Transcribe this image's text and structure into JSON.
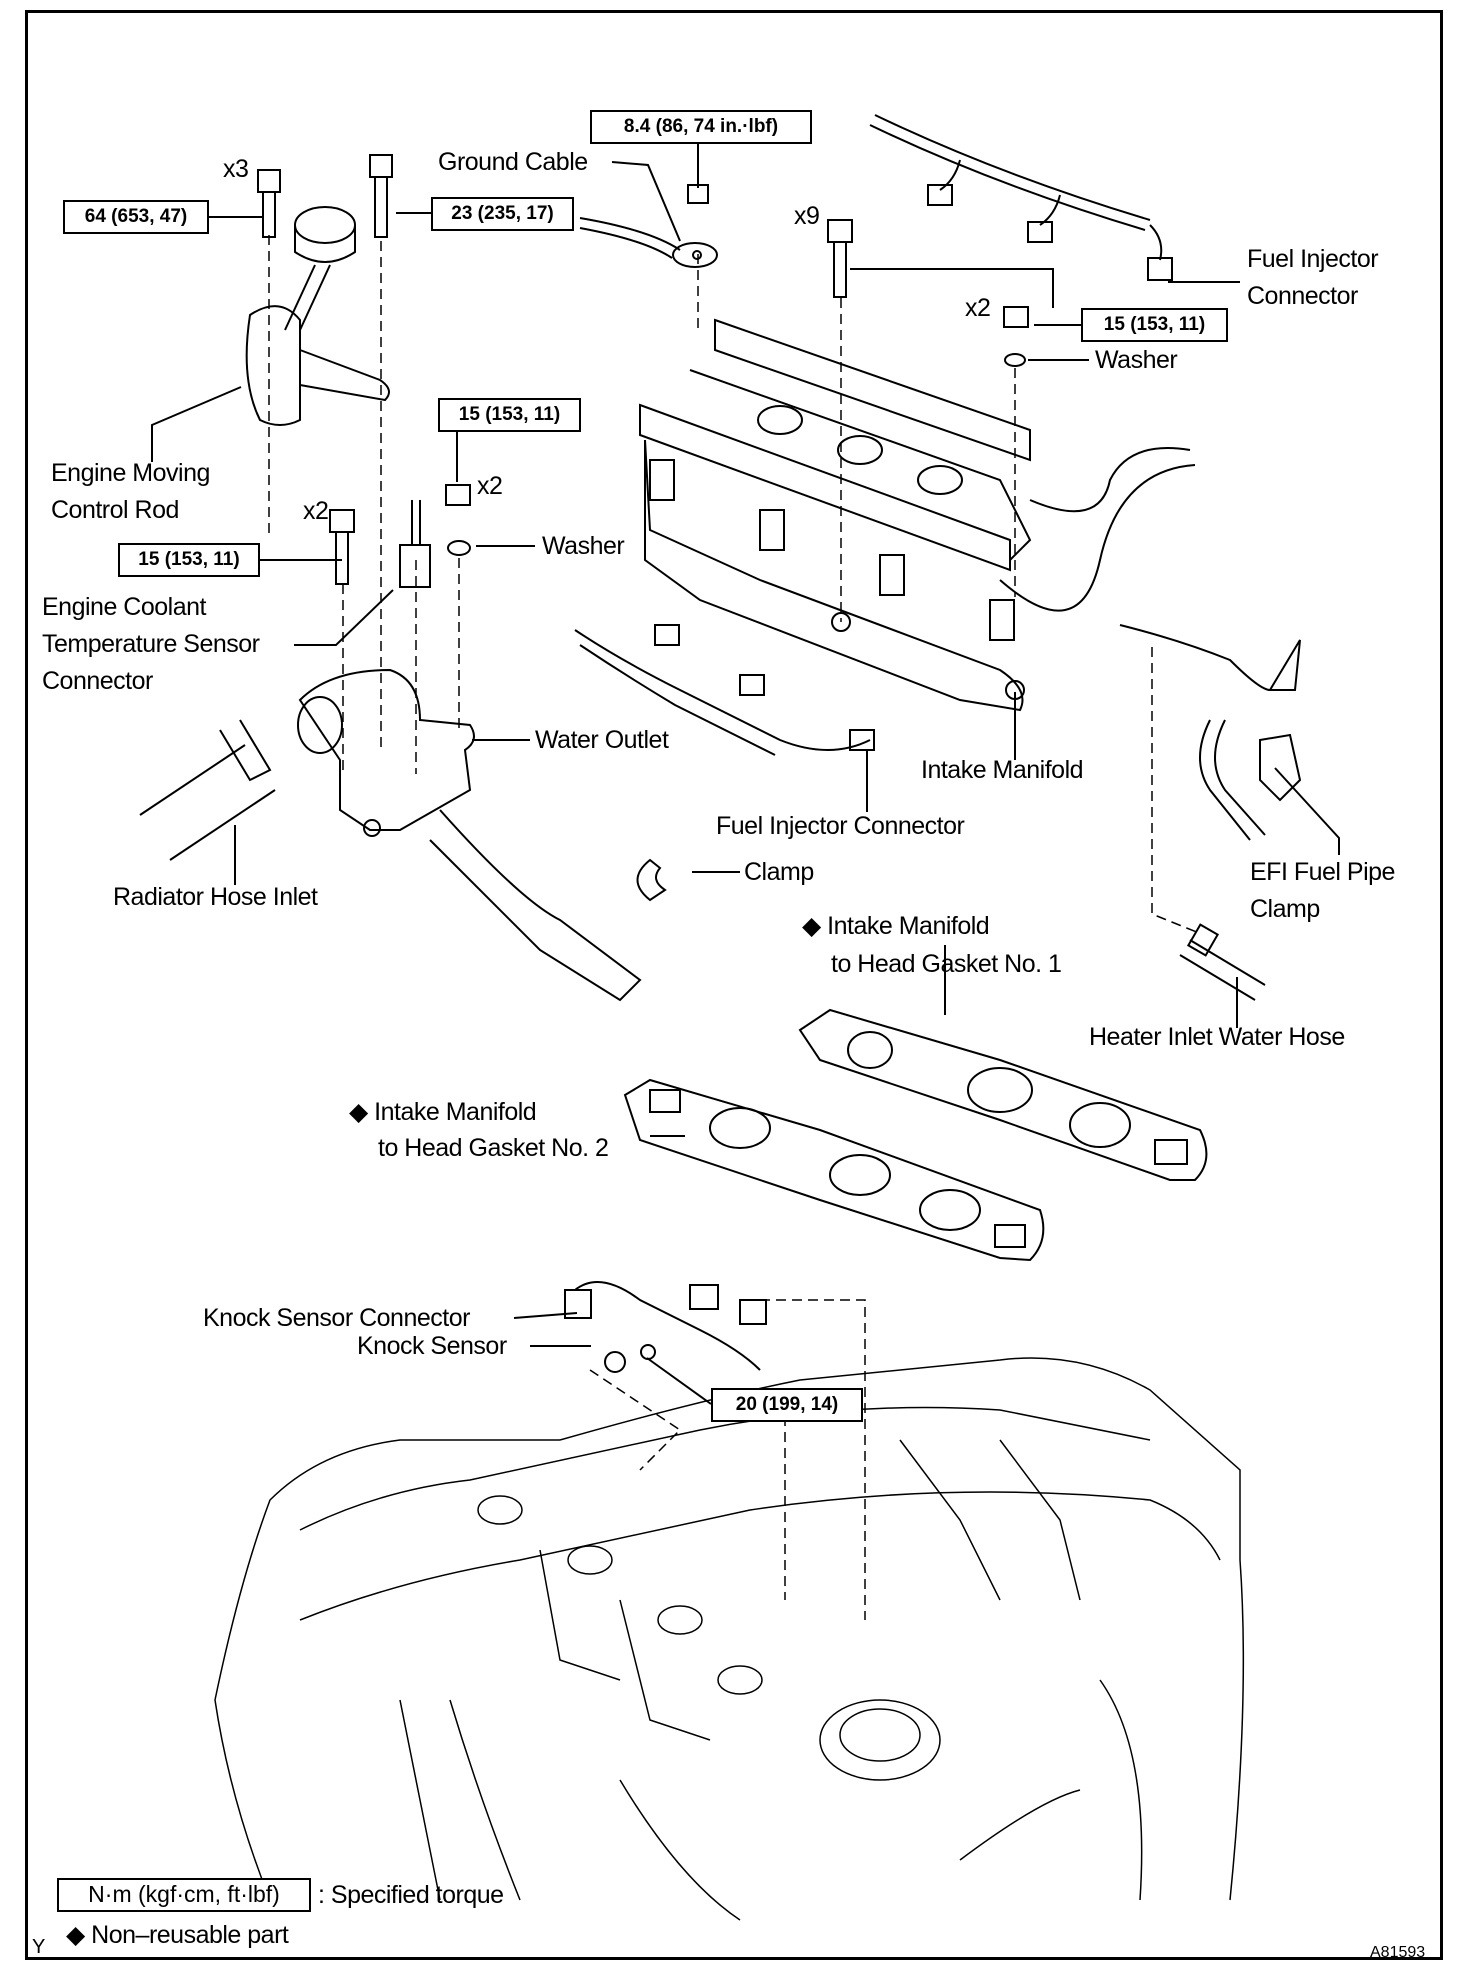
{
  "figure_id": "A81593",
  "corner_mark": "Y",
  "torque_specs": [
    {
      "id": "ground-cable-nut",
      "value": "8.4 (86, 74 in.·lbf)"
    },
    {
      "id": "engine-moving-rod-bolt",
      "value": "64 (653, 47)",
      "qty": "x3"
    },
    {
      "id": "engine-moving-rod-long-bolt",
      "value": "23 (235, 17)"
    },
    {
      "id": "intake-manifold",
      "value": "15 (153, 11)",
      "qty_bolts": "x9",
      "qty_nuts": "x2"
    },
    {
      "id": "water-outlet-nut",
      "value": "15 (153, 11)",
      "qty": "x2"
    },
    {
      "id": "water-outlet-bolt",
      "value": "15 (153, 11)",
      "qty": "x2"
    },
    {
      "id": "knock-sensor",
      "value": "20 (199, 14)"
    }
  ],
  "labels": {
    "ground_cable": "Ground Cable",
    "fuel_injector_connector_1": "Fuel Injector",
    "fuel_injector_connector_2": "Connector",
    "washer_top": "Washer",
    "engine_moving_1": "Engine Moving",
    "engine_moving_2": "Control Rod",
    "washer_mid": "Washer",
    "ect_1": "Engine Coolant",
    "ect_2": "Temperature Sensor",
    "ect_3": "Connector",
    "water_outlet": "Water Outlet",
    "intake_manifold": "Intake Manifold",
    "fuel_injector_connector_lower": "Fuel Injector Connector",
    "clamp": "Clamp",
    "radiator_hose_inlet": "Radiator Hose Inlet",
    "efi_1": "EFI Fuel Pipe",
    "efi_2": "Clamp",
    "gasket1_1": "◆ Intake Manifold",
    "gasket1_2": "to Head Gasket No. 1",
    "heater_hose": "Heater Inlet Water Hose",
    "gasket2_1": "◆ Intake Manifold",
    "gasket2_2": "to Head Gasket No. 2",
    "knock_sensor_connector": "Knock Sensor Connector",
    "knock_sensor": "Knock Sensor"
  },
  "legend": {
    "torque_unit": "N·m (kgf·cm, ft·lbf)",
    "torque_desc": ": Specified torque",
    "non_reusable": "◆ Non–reusable part"
  }
}
